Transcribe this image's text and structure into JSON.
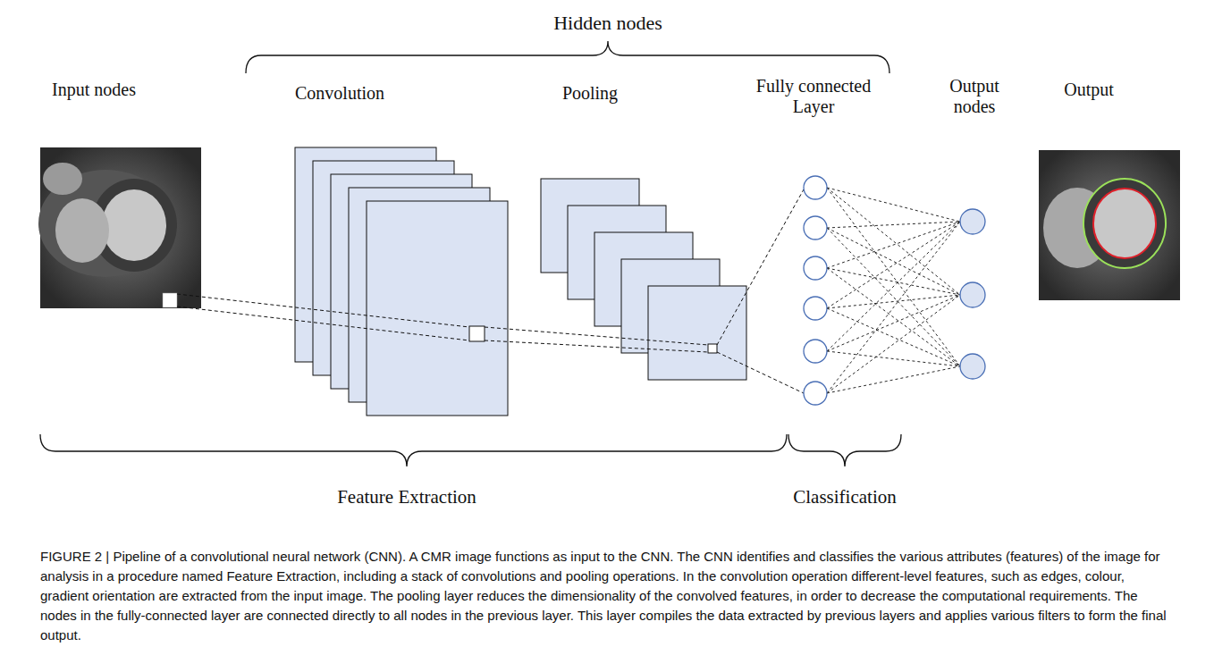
{
  "diagram": {
    "caption": "FIGURE 2 | Pipeline of a convolutional neural network (CNN). A CMR image functions as input to the CNN. The CNN identifies and classifies the various attributes (features) of the image for analysis in a procedure named Feature Extraction, including a stack of convolutions and pooling operations. In the convolution operation different-level features, such as edges, colour, gradient orientation are extracted from the input image. The pooling layer reduces the dimensionality of the convolved features, in order to decrease the computational requirements. The nodes in the fully-connected layer are connected directly to all nodes in the previous layer. This layer compiles the data extracted by previous layers and applies various filters to form the final output.",
    "labels": [
      "Hidden nodes",
      "Input nodes",
      "Convolution",
      "Pooling",
      "Fully connected Layer",
      "Output nodes",
      "Output",
      "Feature Extraction",
      "Classification"
    ]
  }
}
